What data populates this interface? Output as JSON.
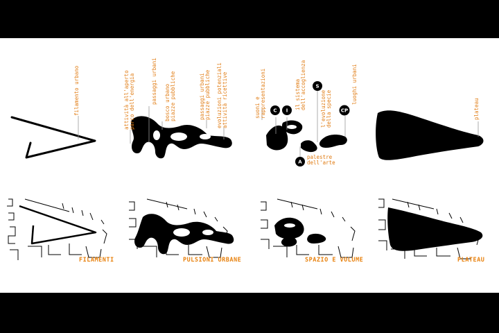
{
  "colors": {
    "accent": "#e8820f",
    "ink": "#000000",
    "paper": "#ffffff",
    "frame": "#000000"
  },
  "panel1": {
    "labels": [
      "filamento urbano"
    ]
  },
  "panel2": {
    "labels": [
      "attività all'aperto\nparco dell'energia",
      "passaggi urbani",
      "bosco urbano\npiazze pubbliche",
      "passaggi urbani\npiazze pubbliche",
      "evoluzioni potenziali\nattività ricettive"
    ]
  },
  "panel3": {
    "labels": [
      "suoni e\nrappresentazioni",
      "il sistema\ndell'accoglienza",
      "l'evoluzione\ndella specie",
      "luoghi urbani"
    ],
    "bottom_label": "palestre\ndell'arte",
    "badges": [
      "C",
      "I",
      "S",
      "CP",
      "A"
    ]
  },
  "panel4": {
    "labels": [
      "plateau"
    ]
  },
  "captions": [
    "FILAMENTI",
    "PULSIONI URBANE",
    "SPAZIO E VOLUME",
    "PLATEAU"
  ]
}
